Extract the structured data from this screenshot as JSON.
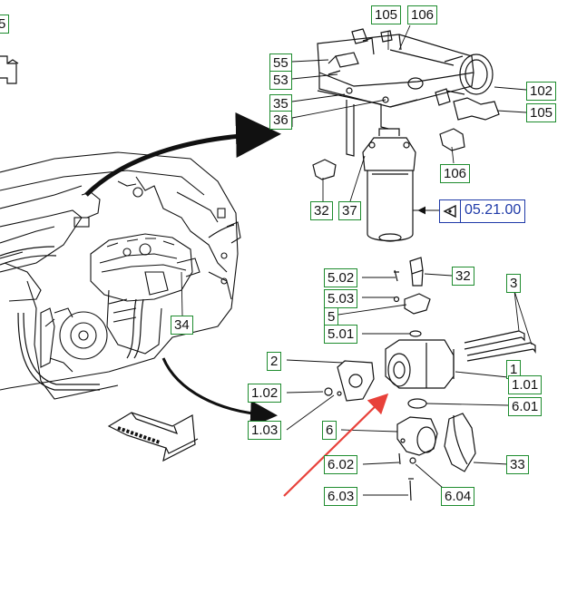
{
  "callouts": {
    "c5_edge": "5",
    "c105_top": "105",
    "c106_top": "106",
    "c55": "55",
    "c53": "53",
    "c35": "35",
    "c36": "36",
    "c102": "102",
    "c105_right": "105",
    "c106_mid": "106",
    "c32_left": "32",
    "c37": "37",
    "c34": "34",
    "c5_02": "5.02",
    "c32_right": "32",
    "c5_03": "5.03",
    "c3": "3",
    "c5": "5",
    "c5_01": "5.01",
    "c2": "2",
    "c1": "1",
    "c1_01": "1.01",
    "c1_02": "1.02",
    "c6_01": "6.01",
    "c1_03": "1.03",
    "c6": "6",
    "c6_02": "6.02",
    "c33": "33",
    "c6_03": "6.03",
    "c6_04": "6.04"
  },
  "reference": {
    "page_ref": "05.21.00"
  },
  "colors": {
    "callout_border": "#1e8c2e",
    "reference_border": "#1f3aa8",
    "pointer_arrow": "#e8413a",
    "line_art": "#111111"
  }
}
